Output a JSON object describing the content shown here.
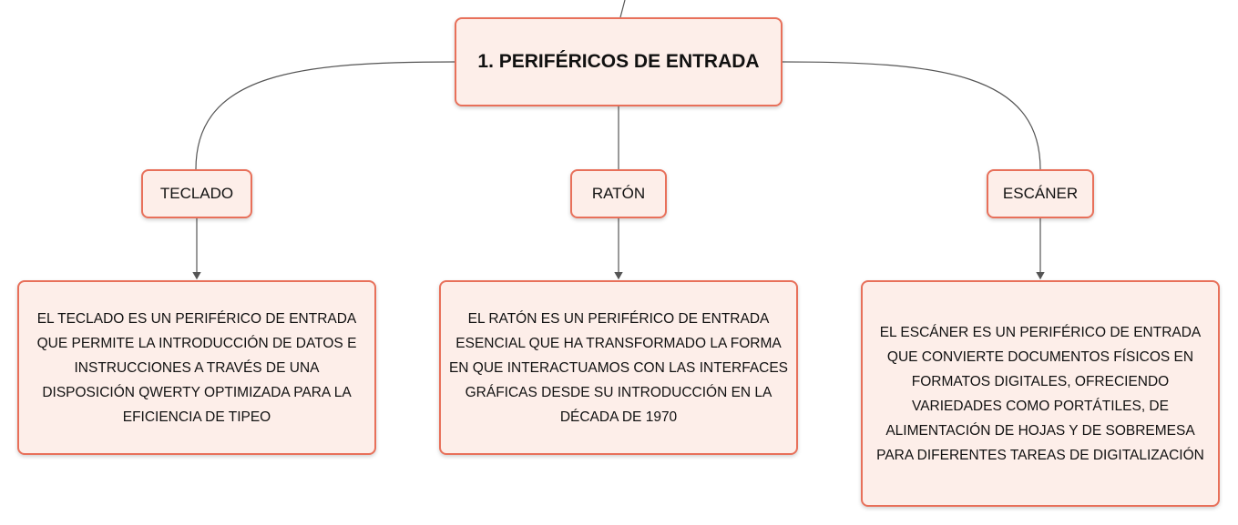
{
  "diagram": {
    "main": {
      "label": "1. PERIFÉRICOS DE ENTRADA"
    },
    "categories": [
      {
        "label": "TECLADO",
        "description": "EL TECLADO ES UN PERIFÉRICO DE ENTRADA QUE PERMITE LA INTRODUCCIÓN DE DATOS E INSTRUCCIONES A TRAVÉS DE UNA DISPOSICIÓN QWERTY OPTIMIZADA PARA LA EFICIENCIA DE TIPEO"
      },
      {
        "label": "RATÓN",
        "description": "EL RATÓN ES UN PERIFÉRICO DE ENTRADA ESENCIAL QUE HA TRANSFORMADO LA FORMA EN QUE INTERACTUAMOS CON LAS INTERFACES GRÁFICAS DESDE SU INTRODUCCIÓN EN LA DÉCADA DE 1970"
      },
      {
        "label": "ESCÁNER",
        "description": "EL ESCÁNER ES UN PERIFÉRICO DE ENTRADA QUE CONVIERTE DOCUMENTOS FÍSICOS EN FORMATOS DIGITALES, OFRECIENDO VARIEDADES COMO PORTÁTILES, DE ALIMENTACIÓN DE HOJAS Y DE SOBREMESA PARA DIFERENTES TAREAS DE DIGITALIZACIÓN"
      }
    ]
  },
  "colors": {
    "node_border": "#e8705a",
    "node_fill": "#fdeee9",
    "connector": "#555555"
  }
}
